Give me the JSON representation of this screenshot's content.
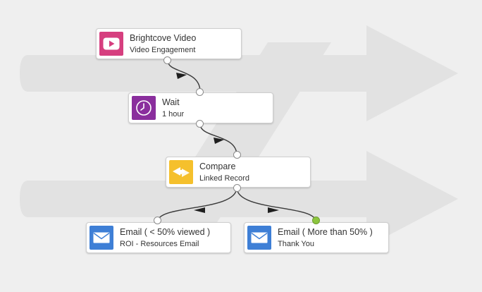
{
  "colors": {
    "background": "#efefef",
    "watermark": "#e2e2e2",
    "connector": "#3a3a3a",
    "video_icon": "#d63f7f",
    "wait_icon": "#8a2e9d",
    "compare_icon": "#f5c02c",
    "email_icon": "#3e7fd6",
    "active_port": "#8dc63f"
  },
  "nodes": {
    "brightcove": {
      "title": "Brightcove Video",
      "subtitle": "Video Engagement",
      "icon": "video-play-icon"
    },
    "wait": {
      "title": "Wait",
      "subtitle": "1 hour",
      "icon": "clock-icon"
    },
    "compare": {
      "title": "Compare",
      "subtitle": "Linked Record",
      "icon": "compare-arrows-icon"
    },
    "email_left": {
      "title": "Email ( < 50% viewed )",
      "subtitle": "ROI - Resources Email",
      "icon": "envelope-icon"
    },
    "email_right": {
      "title": "Email ( More than 50% )",
      "subtitle": "Thank You",
      "icon": "envelope-icon"
    }
  }
}
